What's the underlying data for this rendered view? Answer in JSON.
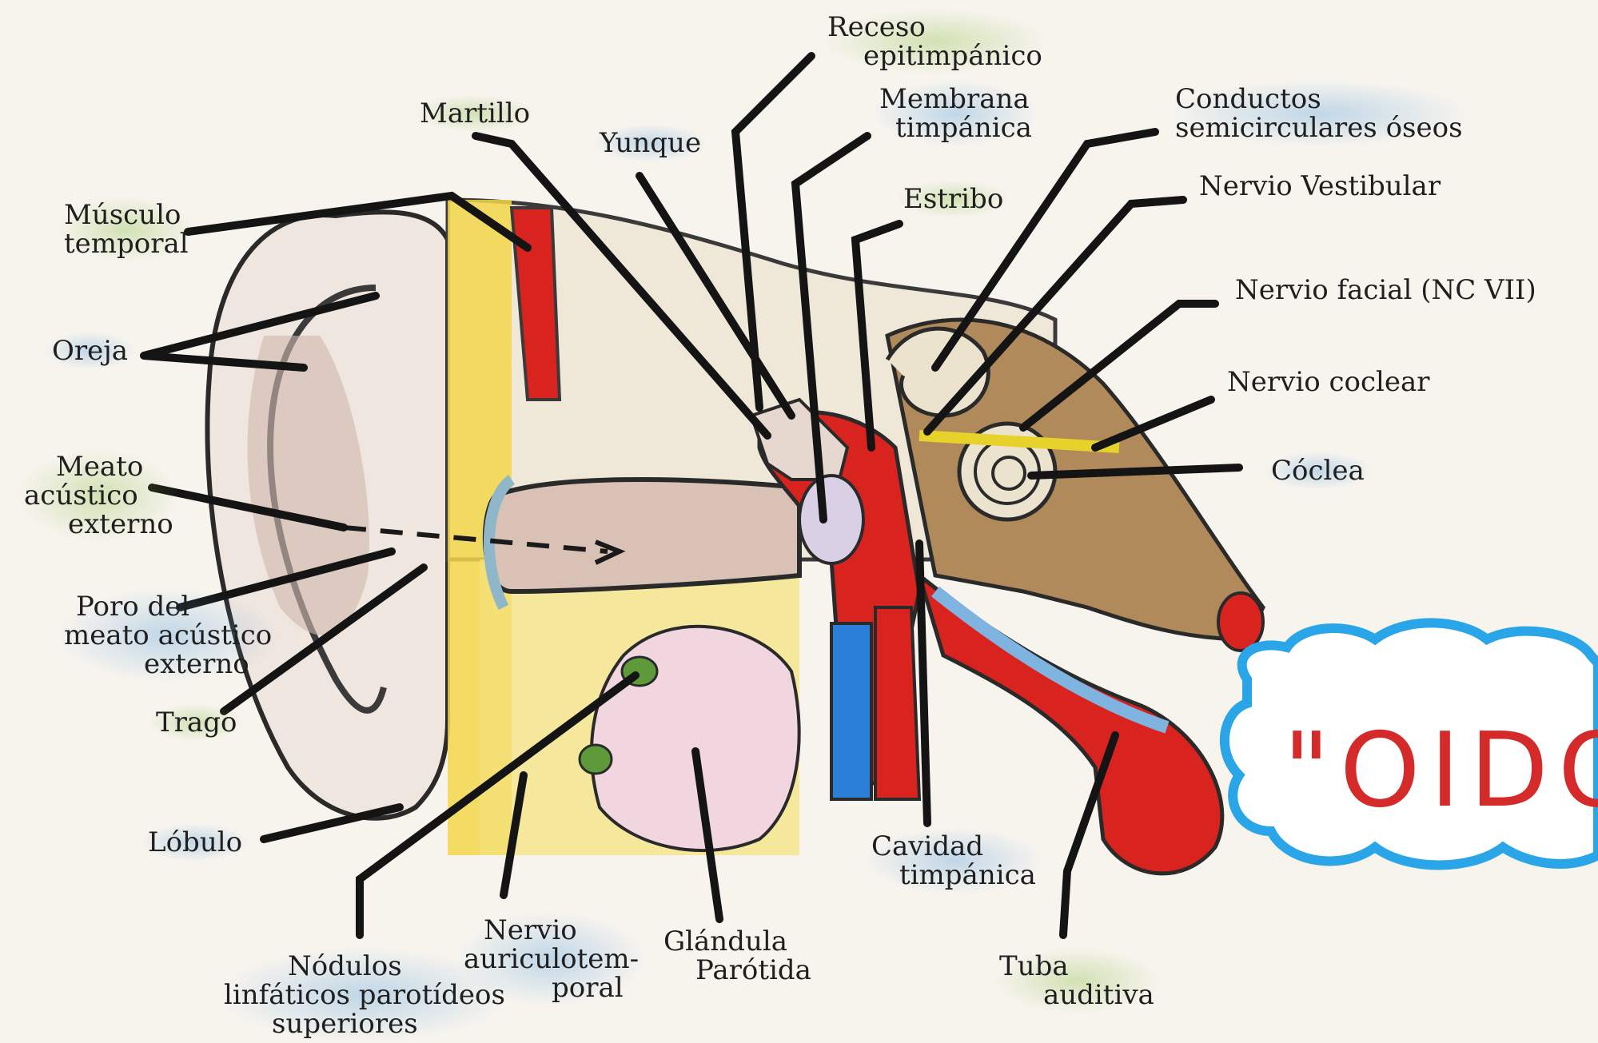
{
  "diagram": {
    "title_text": "\"OIDO",
    "labels": {
      "receso": [
        "Receso",
        "epitimpánico"
      ],
      "membrana": [
        "Membrana",
        "timpánica"
      ],
      "conductos": [
        "Conductos",
        "semicirculares óseos"
      ],
      "martillo": [
        "Martillo"
      ],
      "yunque": [
        "Yunque"
      ],
      "estribo": [
        "Estribo"
      ],
      "nervio_vestibular": [
        "Nervio Vestibular"
      ],
      "musculo_temporal": [
        "Músculo",
        "temporal"
      ],
      "nervio_facial": [
        "Nervio facial (NC VII)"
      ],
      "oreja": [
        "Oreja"
      ],
      "nervio_coclear": [
        "Nervio coclear"
      ],
      "meato": [
        "Meato",
        "acústico",
        "externo"
      ],
      "coclea": [
        "Cóclea"
      ],
      "poro": [
        "Poro del",
        "meato acústico",
        "externo"
      ],
      "trago": [
        "Trago"
      ],
      "lobulo": [
        "Lóbulo"
      ],
      "cavidad": [
        "Cavidad",
        "timpánica"
      ],
      "nodulos": [
        "Nódulos",
        "linfáticos parotídeos",
        "superiores"
      ],
      "nervio_auriculo": [
        "Nervio",
        "auriculotem-",
        "poral"
      ],
      "glandula": [
        "Glándula",
        "Parótida"
      ],
      "tuba": [
        "Tuba",
        "auditiva"
      ]
    },
    "colors": {
      "cartilage": "#eadcd4",
      "fat_yellow": "#f2d64b",
      "artery_red": "#d8231f",
      "vein_blue": "#2b7fd6",
      "bone_brown": "#b08a5a",
      "gland_pink": "#f1d6df",
      "node_green": "#5e9a3a",
      "cloud_blue": "#2aa6e8",
      "ink": "#1a1a1a"
    }
  }
}
